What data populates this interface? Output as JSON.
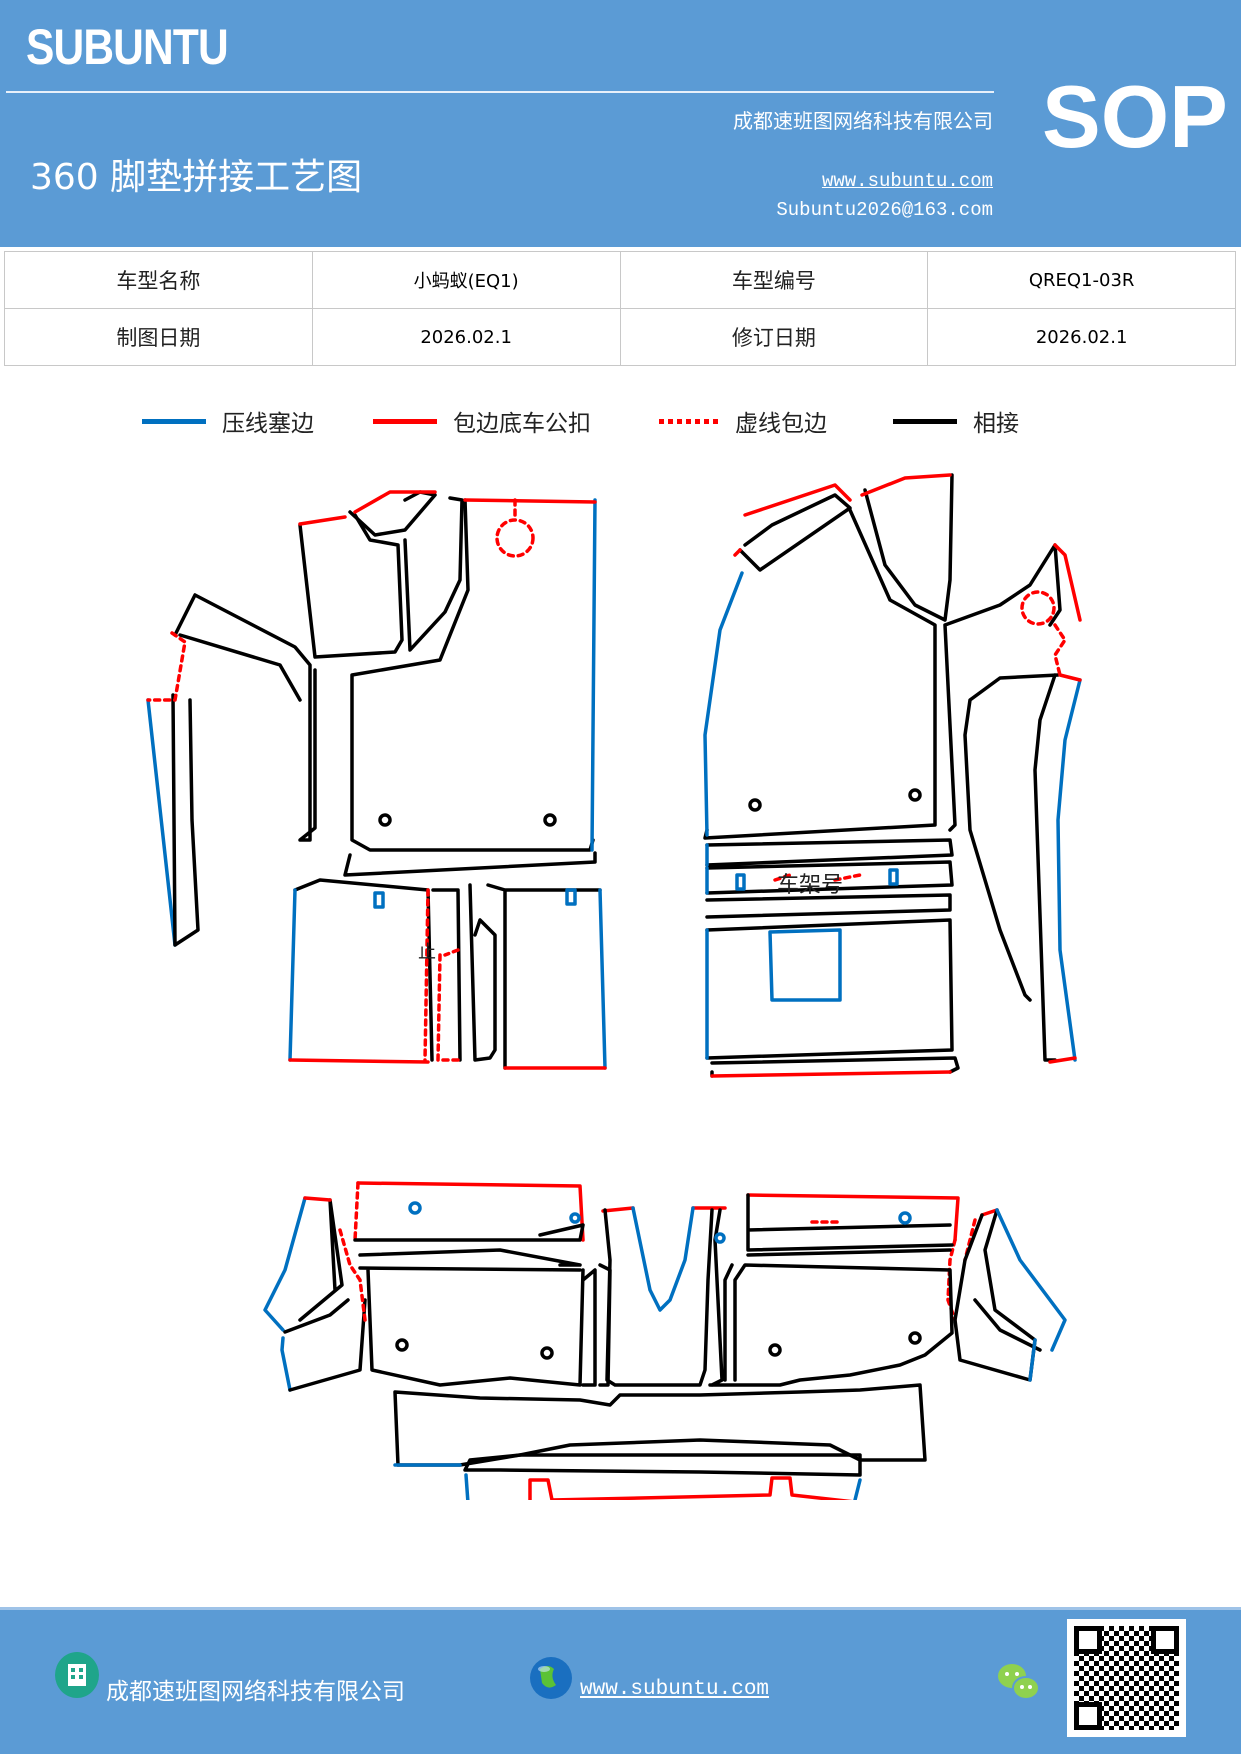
{
  "header": {
    "brand": "SUBUNTU",
    "badge": "SOP",
    "company": "成都速班图网络科技有限公司",
    "title": "360 脚垫拼接工艺图",
    "website": "www.subuntu.com",
    "email": "Subuntu2026@163.com",
    "color": "#5b9bd5"
  },
  "info_table": [
    [
      "车型名称",
      "小蚂蚁(EQ1)",
      "车型编号",
      "QREQ1-03R"
    ],
    [
      "制图日期",
      "2026.02.1",
      "修订日期",
      "2026.02.1"
    ]
  ],
  "legend": [
    {
      "label": "压线塞边",
      "color": "#0070c0",
      "style": "solid"
    },
    {
      "label": "包边底车公扣",
      "color": "#ff0000",
      "style": "solid"
    },
    {
      "label": "虚线包边",
      "color": "#ff0000",
      "style": "dashed"
    },
    {
      "label": "相接",
      "color": "#000000",
      "style": "solid"
    }
  ],
  "drawing": {
    "label_frame": "车架号",
    "label_stop": "止"
  },
  "footer": {
    "company": "成都速班图网络科技有限公司",
    "website": "www.subuntu.com",
    "icons": [
      "building-icon",
      "globe-icon",
      "wechat-icon",
      "qr-code"
    ]
  }
}
